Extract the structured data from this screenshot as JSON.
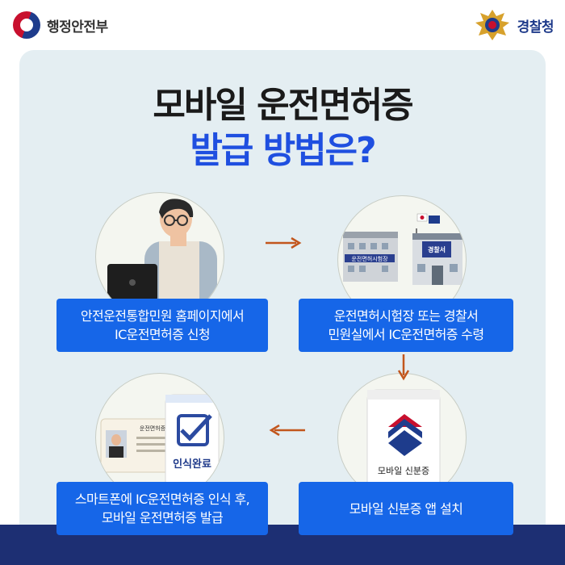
{
  "header": {
    "left_org": "행정안전부",
    "right_org": "경찰청"
  },
  "title": {
    "line1": "모바일 운전면허증",
    "line2": "발급 방법은?"
  },
  "steps": [
    {
      "line1": "안전운전통합민원 홈페이지에서",
      "line2": "IC운전면허증 신청"
    },
    {
      "line1": "운전면허시험장 또는 경찰서",
      "line2": "민원실에서 IC운전면허증 수령"
    },
    {
      "line1": "모바일 신분증 앱 설치",
      "line2": ""
    },
    {
      "line1": "스마트폰에 IC운전면허증 인식 후,",
      "line2": "모바일 운전면허증 발급"
    }
  ],
  "illustrations": {
    "exam_center_sign": "운전면허시험장",
    "police_station_sign": "경찰서",
    "app_name": "모바일 신분증",
    "license_card_title": "운전면허증",
    "recognition_done": "인식완료"
  },
  "colors": {
    "accent_blue": "#1666e8",
    "title_blue": "#1f4fe0",
    "arrow_orange": "#c2561d",
    "panel_bg": "#e4eef2",
    "footer_navy": "#1d2f73"
  }
}
